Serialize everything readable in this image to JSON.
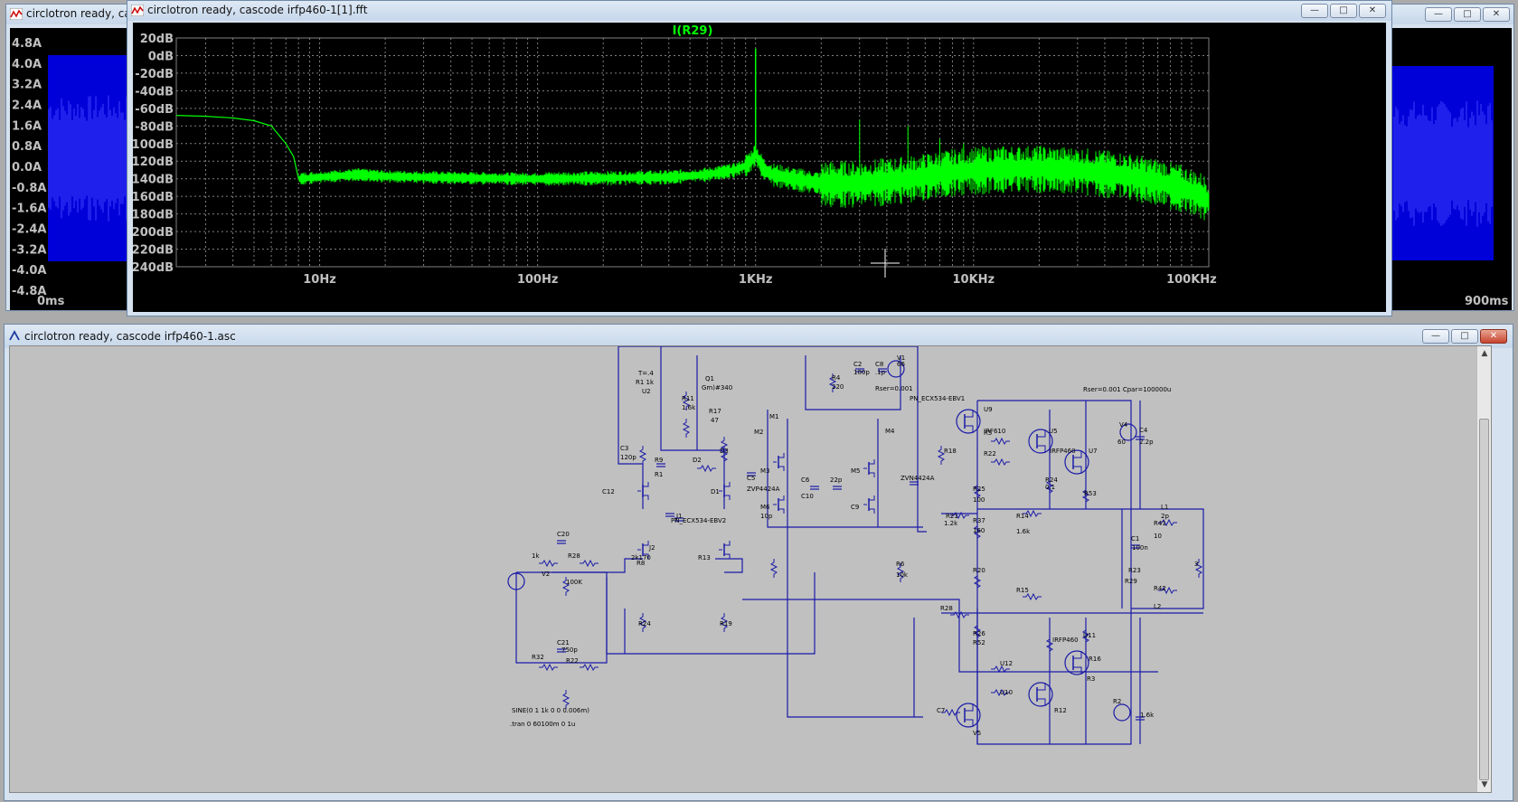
{
  "left_window": {
    "title": "circlotron ready, cascode",
    "y_ticks": [
      "4.8A",
      "4.0A",
      "3.2A",
      "2.4A",
      "1.6A",
      "0.8A",
      "0.0A",
      "-0.8A",
      "-1.6A",
      "-2.4A",
      "-3.2A",
      "-4.0A",
      "-4.8A"
    ],
    "x_start": "0ms"
  },
  "right_window": {
    "x_end": "900ms"
  },
  "fft_window": {
    "title": "circlotron ready, cascode irfp460-1[1].fft",
    "trace_name": "I(R29)",
    "trace_color": "#00ff00"
  },
  "chart_data": {
    "type": "line",
    "title": "I(R29)",
    "xlabel": "",
    "ylabel": "",
    "x_scale": "log",
    "xlim": [
      2.2,
      120000
    ],
    "ylim": [
      -240,
      20
    ],
    "y_ticks": [
      "20dB",
      "0dB",
      "-20dB",
      "-40dB",
      "-60dB",
      "-80dB",
      "-100dB",
      "-120dB",
      "-140dB",
      "-160dB",
      "-180dB",
      "-200dB",
      "-220dB",
      "-240dB"
    ],
    "x_ticks": [
      "10Hz",
      "100Hz",
      "1KHz",
      "10KHz",
      "100KHz"
    ],
    "grid": true,
    "series": [
      {
        "name": "I(R29)",
        "color": "#00ff00",
        "x": [
          2.2,
          3,
          4,
          5,
          6,
          7,
          7.6,
          8,
          10,
          15,
          20,
          30,
          50,
          100,
          200,
          400,
          600,
          800,
          900,
          950,
          1000,
          1050,
          1100,
          1200,
          1500,
          2000,
          3000,
          5000,
          8000,
          10000,
          15000,
          20000,
          30000,
          50000,
          70000,
          90000,
          110000,
          120000
        ],
        "y": [
          -68,
          -69,
          -71,
          -74,
          -80,
          -100,
          -115,
          -140,
          -138,
          -135,
          -137,
          -138,
          -139,
          -140,
          -139,
          -138,
          -135,
          -130,
          -125,
          -120,
          -112,
          -122,
          -130,
          -135,
          -140,
          -145,
          -145,
          -140,
          -132,
          -130,
          -128,
          -128,
          -130,
          -136,
          -143,
          -150,
          -158,
          -165
        ]
      }
    ],
    "fundamental": {
      "x": 1000,
      "y": 8
    },
    "spurs": [
      {
        "x": 3000,
        "y": -73
      },
      {
        "x": 5000,
        "y": -80
      },
      {
        "x": 7000,
        "y": -95
      },
      {
        "x": 9000,
        "y": -100
      },
      {
        "x": 11000,
        "y": -103
      },
      {
        "x": 13000,
        "y": -108
      },
      {
        "x": 15000,
        "y": -110
      },
      {
        "x": 17000,
        "y": -112
      },
      {
        "x": 19000,
        "y": -110
      },
      {
        "x": 21000,
        "y": -112
      },
      {
        "x": 25000,
        "y": -112
      },
      {
        "x": 29000,
        "y": -113
      },
      {
        "x": 33000,
        "y": -112
      },
      {
        "x": 41000,
        "y": -113
      },
      {
        "x": 49000,
        "y": -118
      }
    ]
  },
  "schematic_window": {
    "title": "circlotron ready, cascode irfp460-1.asc",
    "labels": [
      "T=.4",
      "R1 1k",
      "U2",
      "Q1",
      "Gm)#340",
      "R11",
      "1.6k",
      "R17",
      "47",
      "R4",
      "220",
      "C2",
      "100p",
      "C8",
      ".1p",
      "V1",
      "66",
      "Rser=0.001",
      "PN_ECX534-EBV1",
      "U9",
      "IRF610",
      "Rser=0.001 Cpar=100000u",
      "V4",
      "60",
      "C4",
      "2.2p",
      "U5",
      "IRFP460",
      "U7",
      "R5",
      "R22",
      "R24",
      "0.1",
      "R53",
      "R25",
      "100",
      "R37",
      "160",
      "R18",
      "R21",
      "1.2k",
      "R14",
      "1.6k",
      "L1",
      "2p",
      "R41",
      "10",
      "C1",
      "100n",
      "R23",
      "R29",
      "3",
      "R42",
      "L2",
      "R20",
      "R15",
      "R28",
      "R26",
      "R52",
      "IRFP460",
      "U11",
      "R16",
      "R3",
      "U12",
      "U10",
      "R12",
      "V5",
      "C7",
      "R2",
      "1.6k",
      "C3",
      "120p",
      "R9",
      "R1",
      "D2",
      "D3",
      "M2",
      "M4",
      "M3",
      "M5",
      "M6",
      "C9",
      "10p",
      "C6",
      "C10",
      "22p",
      "C5",
      "ZVP4424A",
      "ZVN4424A",
      "M1",
      "C12",
      "D1",
      "PN_ECX534-EBV2",
      "J1",
      "J2",
      "2k170",
      "R13",
      "R8",
      "1k",
      "R28",
      "100K",
      "R32",
      "R22",
      "C20",
      "C21",
      "750p",
      "R24",
      "R19",
      "R6",
      "10k",
      "V2",
      "SINE(0 1 1k 0 0 0.006m)",
      ".tran 0 60100m 0 1u"
    ]
  }
}
